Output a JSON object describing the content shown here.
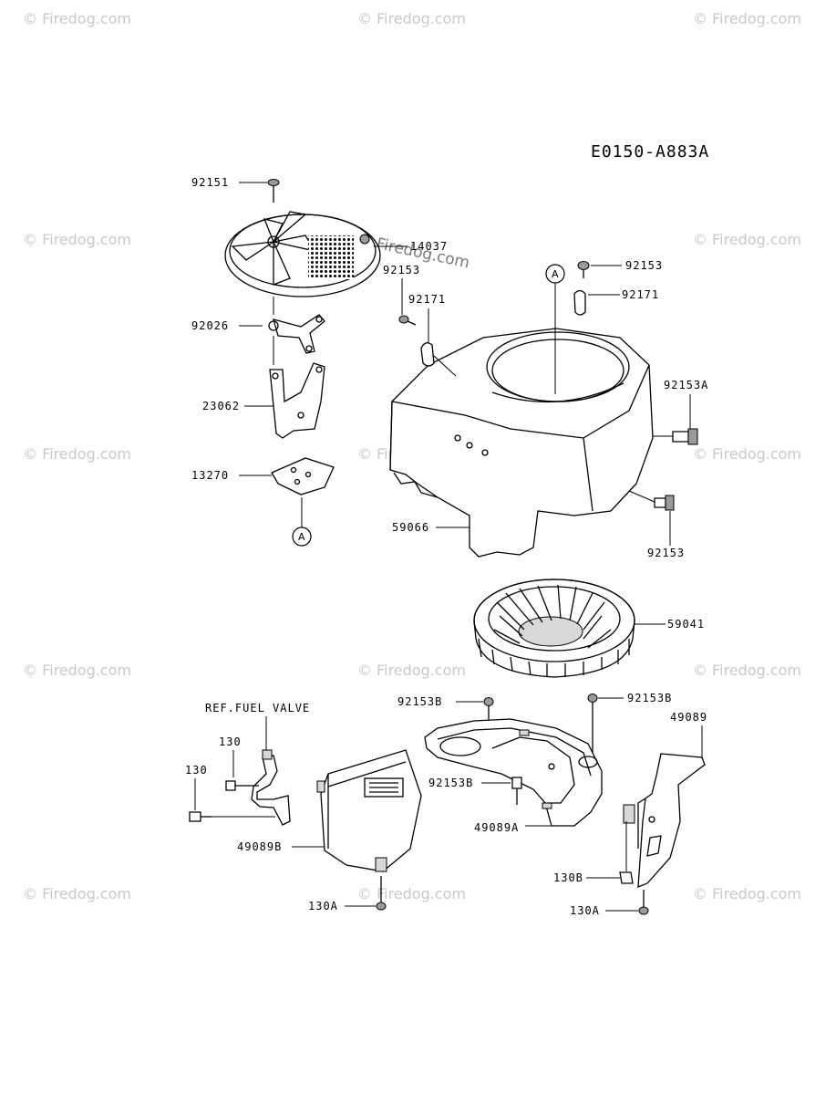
{
  "diagram_code": "E0150-A883A",
  "watermark": "© Firedog.com",
  "watermark_big": "Firedog.com",
  "ref_note": "REF.FUEL VALVE",
  "callouts": {
    "a1": "A",
    "a2": "A"
  },
  "parts": {
    "p92151": "92151",
    "p14037": "14037",
    "p92153_top_left": "92153",
    "p92171_left": "92171",
    "p92026": "92026",
    "p23062": "23062",
    "p13270": "13270",
    "p92153_top_right": "92153",
    "p92171_right": "92171",
    "p92153A": "92153A",
    "p59066": "59066",
    "p92153_right": "92153",
    "p59041": "59041",
    "p92153B_left": "92153B",
    "p92153B_right": "92153B",
    "p92153B_mid": "92153B",
    "p49089": "49089",
    "p130_top": "130",
    "p130_left": "130",
    "p49089B": "49089B",
    "p49089A": "49089A",
    "p130B": "130B",
    "p130A_left": "130A",
    "p130A_right": "130A"
  }
}
